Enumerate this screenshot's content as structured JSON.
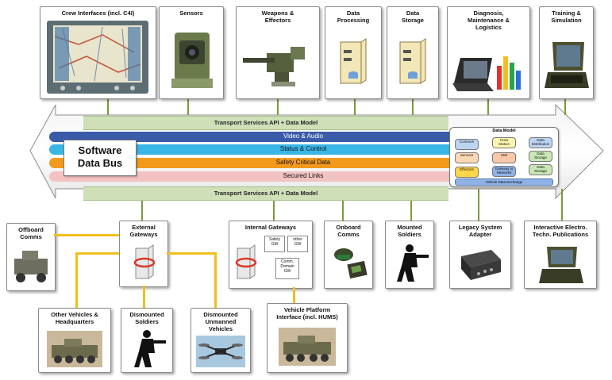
{
  "top_boxes": [
    {
      "title": "Crew Interfaces (incl. C4I)",
      "icon": "crew-display-icon"
    },
    {
      "title": "Sensors",
      "icon": "sensor-unit-icon"
    },
    {
      "title": "Weapons &\nEffectors",
      "icon": "weapon-turret-icon"
    },
    {
      "title": "Data\nProcessing",
      "icon": "server-icon"
    },
    {
      "title": "Data\nStorage",
      "icon": "database-icon"
    },
    {
      "title": "Diagnosis,\nMaintenance &\nLogistics",
      "icon": "laptop-chart-icon"
    },
    {
      "title": "Training &\nSimulation",
      "icon": "rugged-laptop-icon"
    }
  ],
  "transport_top": "Transport Services API + Data Model",
  "transport_bottom": "Transport Services API + Data Model",
  "data_bus_label": "Software\nData Bus",
  "stripes": [
    {
      "label": "Video & Audio",
      "color": "#3a5ba8"
    },
    {
      "label": "Status & Control",
      "color": "#38b6e6"
    },
    {
      "label": "Safety Critical Data",
      "color": "#f39a1d"
    },
    {
      "label": "Secured Links",
      "color": "#f3c2c2"
    }
  ],
  "data_model": {
    "title": "Data Model",
    "cells": [
      {
        "label": "Common",
        "color": "#bcd4f0"
      },
      {
        "label": "Crew\nStation",
        "color": "#fff7b0"
      },
      {
        "label": "Data\nDistribution",
        "color": "#bcd4f0"
      },
      {
        "label": "Sensors",
        "color": "#fbd8b4"
      },
      {
        "label": "HMI",
        "color": "#f8c8a8"
      },
      {
        "label": "Data\nStorage",
        "color": "#c9e6b4"
      },
      {
        "label": "Effectors",
        "color": "#ffd54a"
      },
      {
        "label": "Gateway to\nNetworks",
        "color": "#8fb3e8"
      },
      {
        "label": "Data\nStorage",
        "color": "#c9e6b4"
      }
    ],
    "footer": "Vehicle Data Exchange"
  },
  "bottom_boxes": [
    {
      "title": "Offboard\nComms",
      "icon": "vehicle-icon"
    },
    {
      "title": "External\nGateways",
      "icon": "gateway-device-icon"
    },
    {
      "title": "Internal Gateways",
      "icon": "gateway-device-icon"
    },
    {
      "title": "Onboard\nComms",
      "icon": "radio-helmet-icon"
    },
    {
      "title": "Mounted\nSoldiers",
      "icon": "soldier-icon"
    },
    {
      "title": "Legacy System\nAdapter",
      "icon": "adapter-box-icon"
    },
    {
      "title": "Interactive Electro.\nTechn. Publications",
      "icon": "rugged-laptop-icon"
    }
  ],
  "internal_gateway_items": [
    "Safety\nGW",
    "other\nGW",
    "Comm.\nDomain\nGW"
  ],
  "lower_boxes": [
    {
      "title": "Other Vehicles &\nHeadquarters",
      "icon": "armored-vehicle-icon"
    },
    {
      "title": "Dismounted\nSoldiers",
      "icon": "soldier-icon"
    },
    {
      "title": "Dismounted\nUnmanned\nVehicles",
      "icon": "drone-icon"
    },
    {
      "title": "Vehicle Platform\nInterface (incl. HUMS)",
      "icon": "armored-vehicle-icon"
    }
  ]
}
